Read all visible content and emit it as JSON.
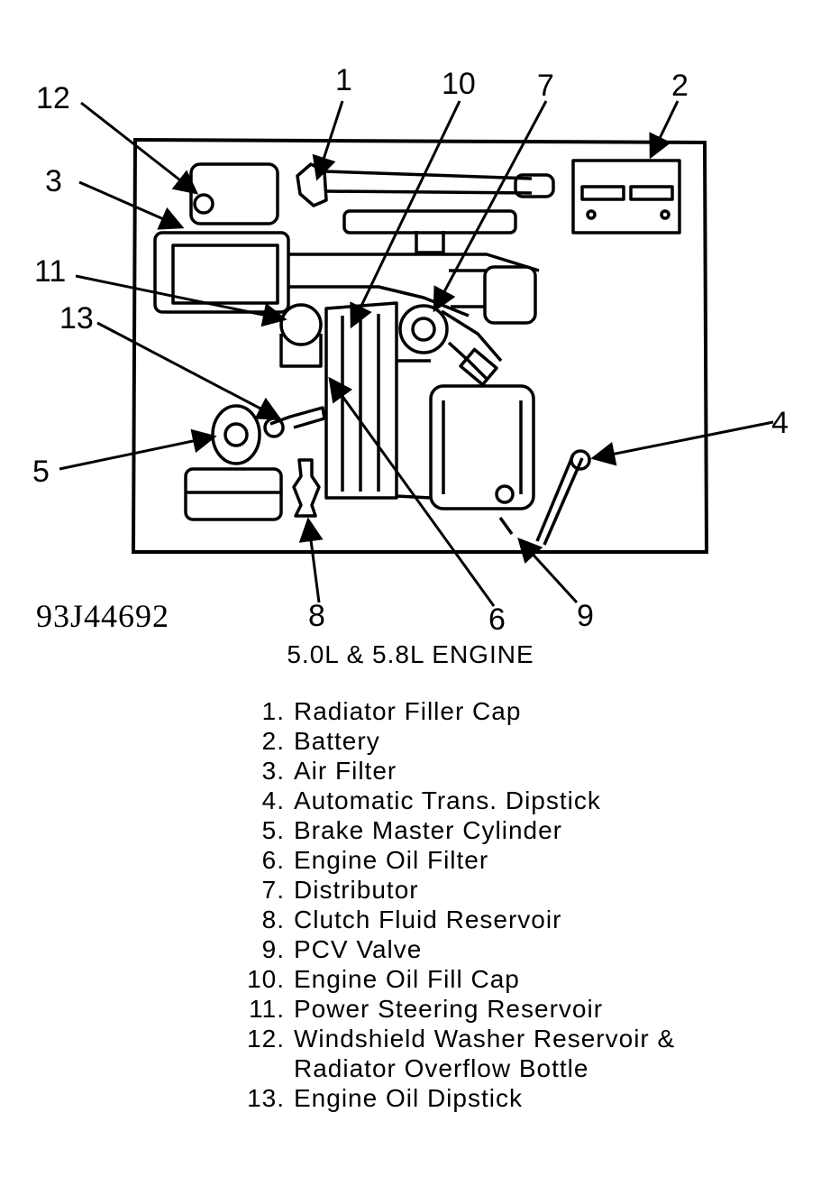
{
  "figure_id": "93J44692",
  "caption": "5.0L & 5.8L ENGINE",
  "callouts": [
    "1",
    "2",
    "3",
    "4",
    "5",
    "6",
    "7",
    "8",
    "9",
    "10",
    "11",
    "12",
    "13"
  ],
  "legend": [
    {
      "num": "1.",
      "text": "Radiator Filler Cap"
    },
    {
      "num": "2.",
      "text": "Battery"
    },
    {
      "num": "3.",
      "text": "Air Filter"
    },
    {
      "num": "4.",
      "text": "Automatic Trans. Dipstick"
    },
    {
      "num": "5.",
      "text": "Brake Master Cylinder"
    },
    {
      "num": "6.",
      "text": "Engine Oil Filter"
    },
    {
      "num": "7.",
      "text": "Distributor"
    },
    {
      "num": "8.",
      "text": "Clutch Fluid Reservoir"
    },
    {
      "num": "9.",
      "text": "PCV Valve"
    },
    {
      "num": "10.",
      "text": "Engine Oil Fill Cap"
    },
    {
      "num": "11.",
      "text": "Power Steering Reservoir"
    },
    {
      "num": "12.",
      "text": "Windshield Washer Reservoir & Radiator Overflow Bottle"
    },
    {
      "num": "13.",
      "text": "Engine Oil Dipstick"
    }
  ]
}
